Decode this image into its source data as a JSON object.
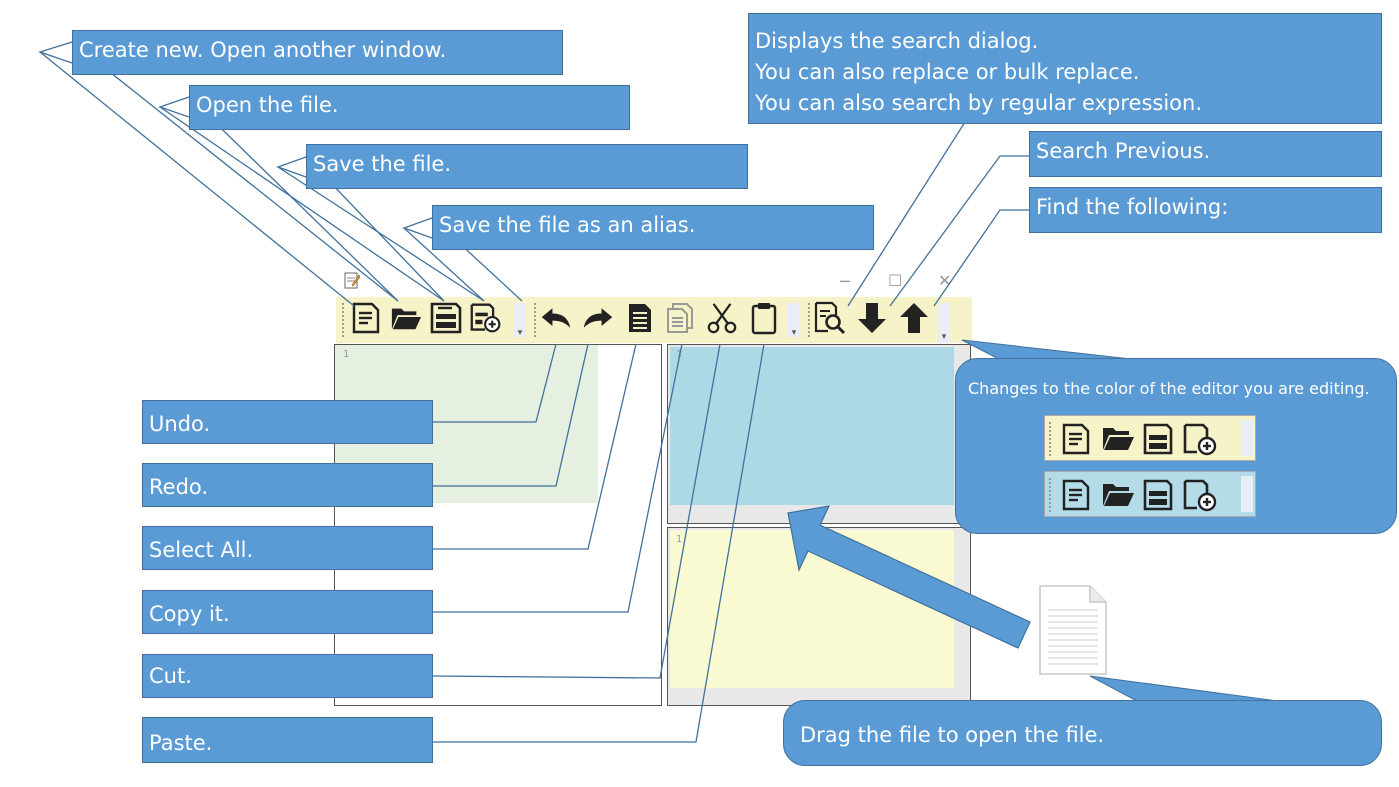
{
  "callouts": {
    "create_new": "Create new. Open another window.",
    "open_file": "Open the file.",
    "save_file": "Save the file.",
    "save_alias": "Save the file as an alias.",
    "search_line1": "Displays the search dialog.",
    "search_line2": "You can also replace or bulk replace.",
    "search_line3": "You can also search by regular expression.",
    "search_prev": "Search Previous.",
    "find_next": "Find the following:",
    "undo": "Undo.",
    "redo": "Redo.",
    "select_all": "Select All.",
    "copy": "Copy it.",
    "cut": "Cut.",
    "paste": "Paste.",
    "color_change": "Changes to the color of the editor you are editing.",
    "drag_file": "Drag the file to open the file."
  },
  "editor": {
    "line_number": "1",
    "window_controls": {
      "minimize": "─",
      "maximize": "☐",
      "close": "✕"
    },
    "overflow_glyph": "▾",
    "colors": {
      "toolbar": "#f7f3c8",
      "pane_left": "#e6f0e1",
      "pane_top_right": "#add8e6",
      "pane_bottom_right": "#fafad2",
      "toolbar_alt": "#b3dce8"
    }
  },
  "icons": [
    "app-icon",
    "new-document-icon",
    "open-folder-icon",
    "save-icon",
    "save-as-icon",
    "undo-icon",
    "redo-icon",
    "select-all-icon",
    "copy-icon",
    "cut-icon",
    "paste-icon",
    "search-icon",
    "arrow-down-icon",
    "arrow-up-icon",
    "file-icon"
  ]
}
